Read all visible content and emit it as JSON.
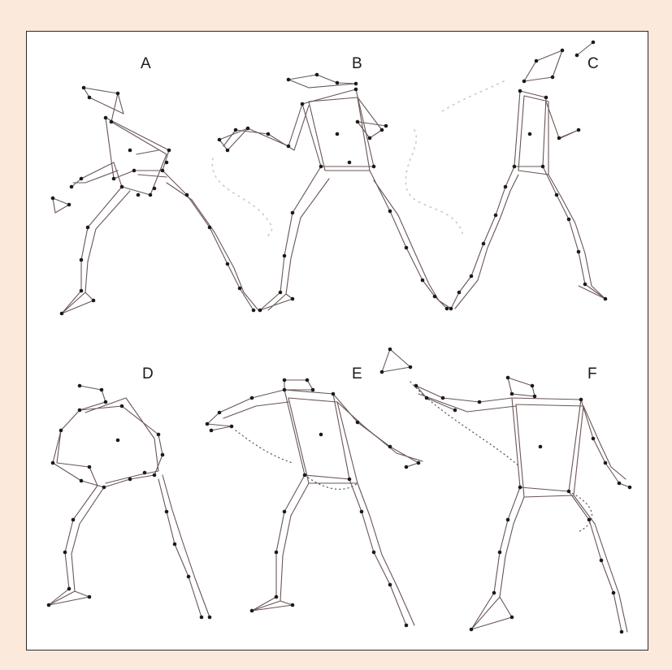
{
  "colors": {
    "background": "#fbe9dc",
    "panel": "#ffffff",
    "border": "#2a2a2a",
    "bone": "#6a5656",
    "joint": "#1a1a1a"
  },
  "panels": [
    {
      "id": "A",
      "label": "A"
    },
    {
      "id": "B",
      "label": "B"
    },
    {
      "id": "C",
      "label": "C"
    },
    {
      "id": "D",
      "label": "D"
    },
    {
      "id": "E",
      "label": "E"
    },
    {
      "id": "F",
      "label": "F"
    }
  ]
}
